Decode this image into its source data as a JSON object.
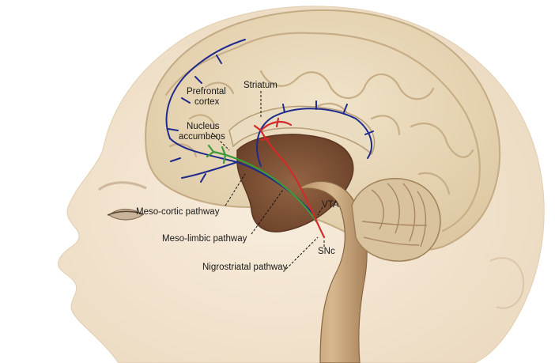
{
  "labels": {
    "prefrontal_cortex_line1": "Prefrontal",
    "prefrontal_cortex_line2": "cortex",
    "striatum": "Striatum",
    "nucleus_accumbens_line1": "Nucleus",
    "nucleus_accumbens_line2": "accumbens",
    "mesocortic_pathway": "Meso-cortic pathway",
    "mesolimbic_pathway": "Meso-limbic pathway",
    "nigrostriatal_pathway": "Nigrostriatal pathway",
    "vta": "VTA",
    "snc": "SNc"
  },
  "colors": {
    "skin": "#f3e6d2",
    "brain_outer": "#e8d7b8",
    "brain_fold": "#cbb48f",
    "deep_brain": "#7b4f33",
    "brainstem": "#c6a47c",
    "cerebellum": "#d8bf9a",
    "mesocortical": "#1f2b8c",
    "mesolimbic": "#3c9a3a",
    "nigrostriatal": "#d22a2a"
  }
}
